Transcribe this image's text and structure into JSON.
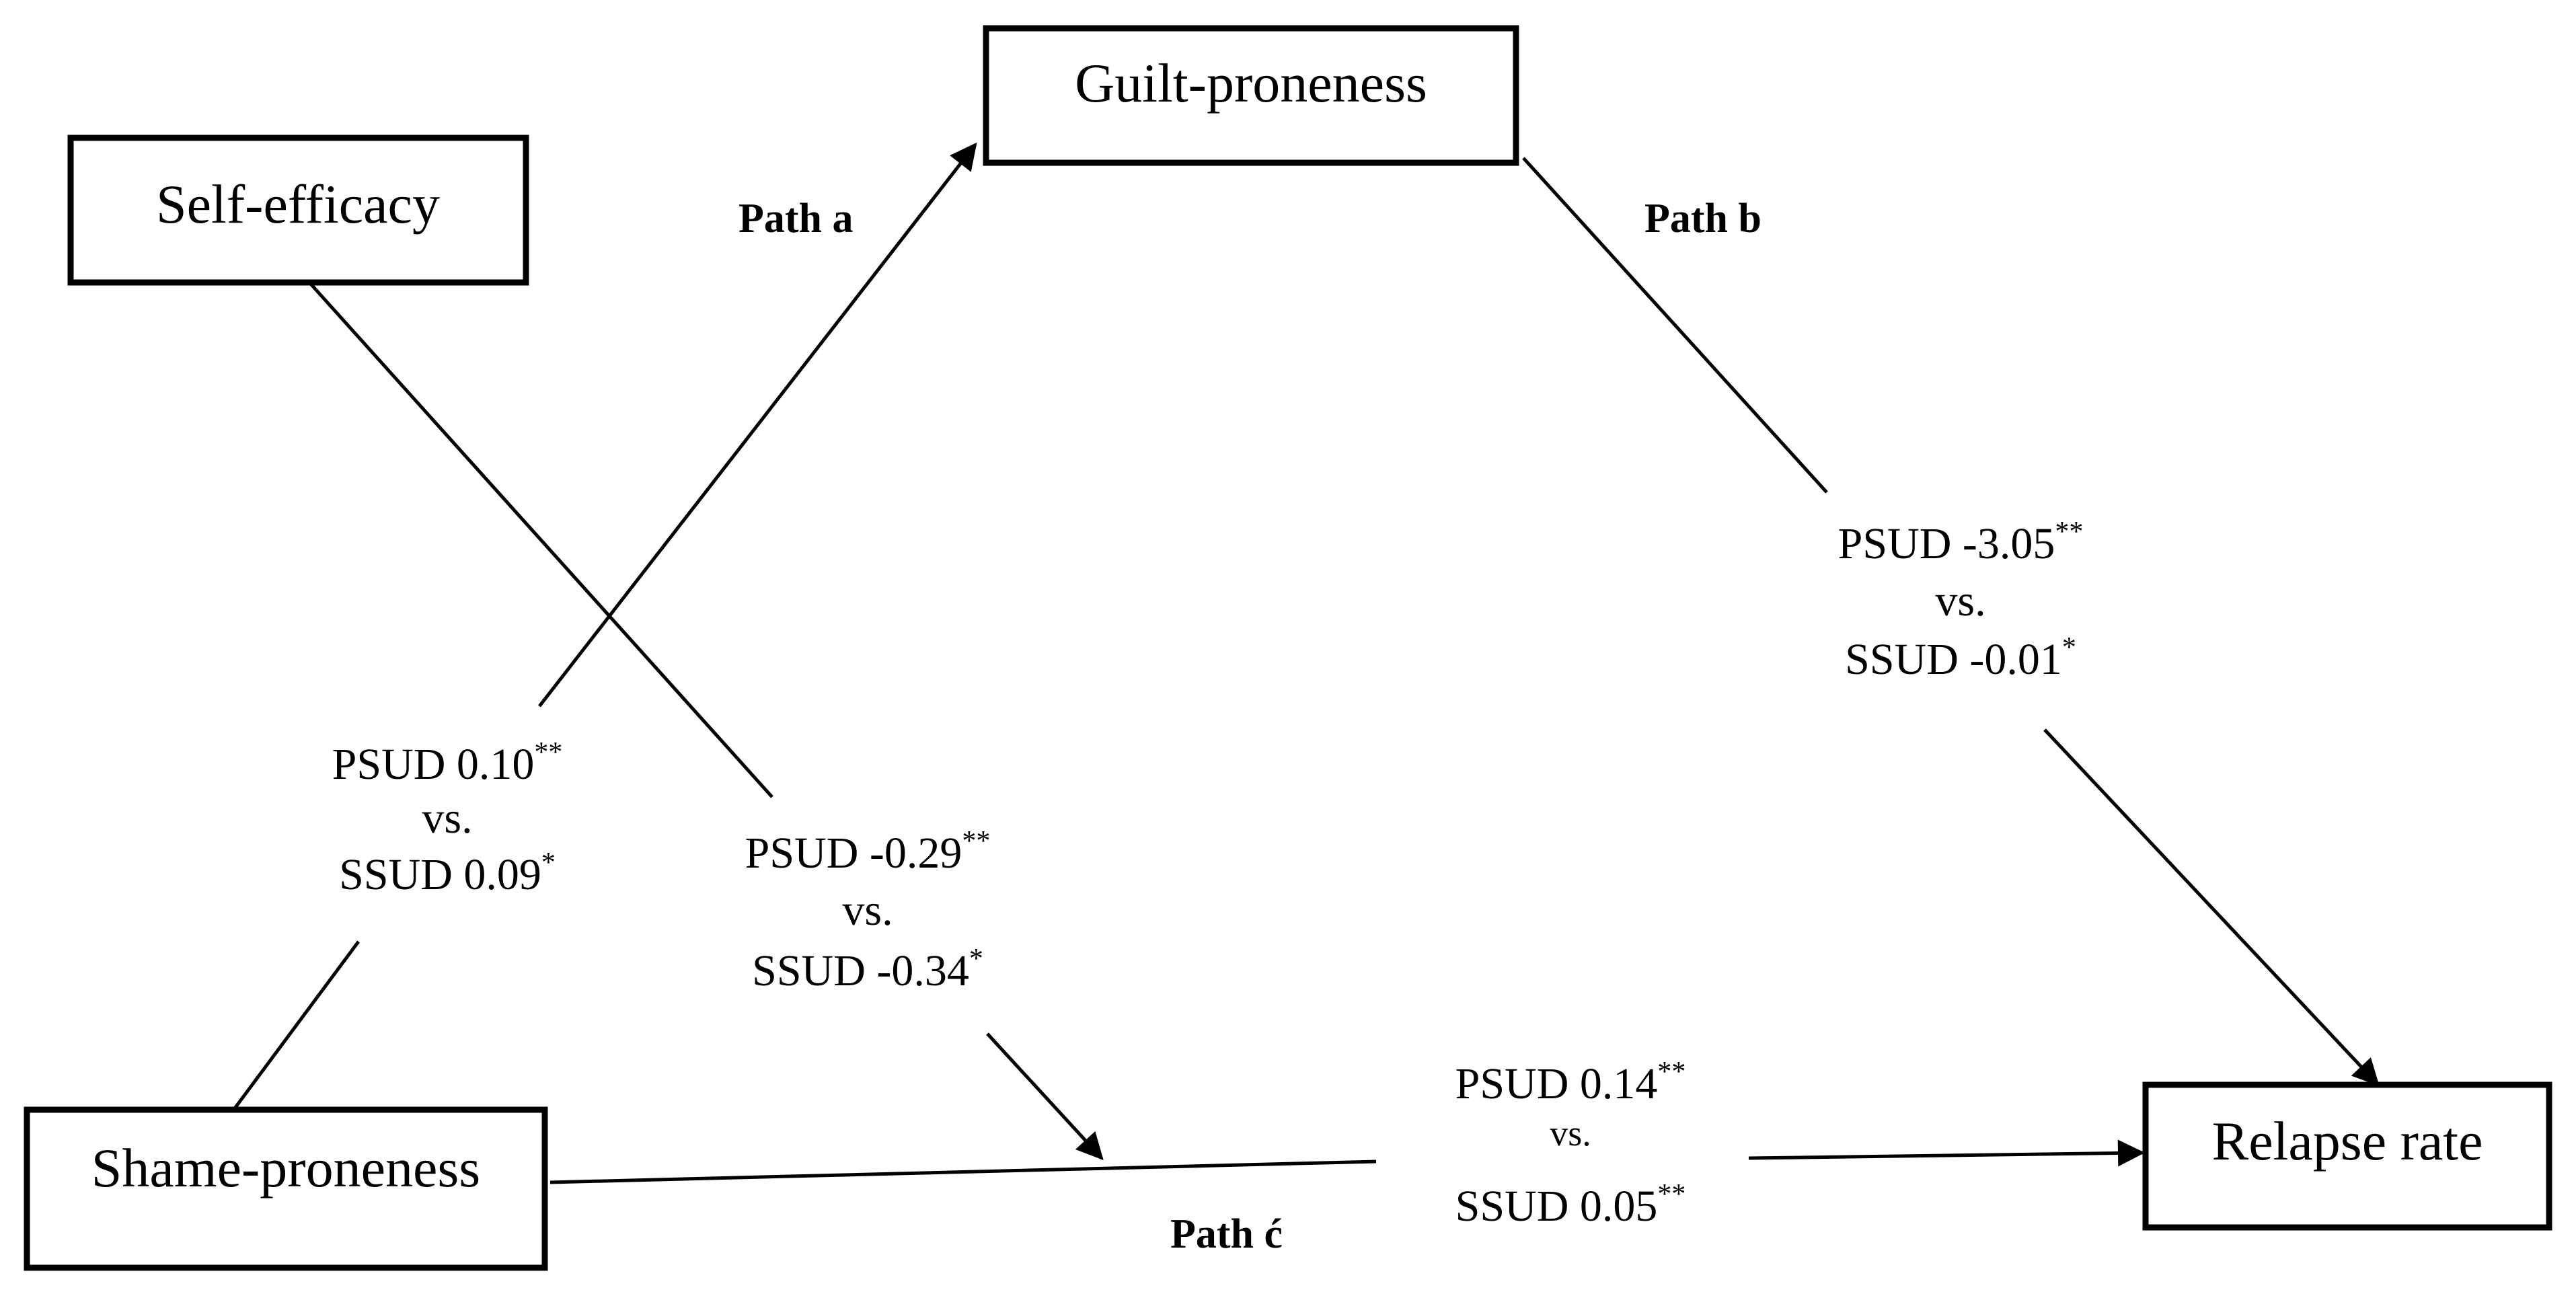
{
  "nodes": {
    "self_efficacy": "Self-efficacy",
    "guilt_proneness": "Guilt-proneness",
    "shame_proneness": "Shame-proneness",
    "relapse_rate": "Relapse rate"
  },
  "paths": {
    "a": "Path a",
    "b": "Path b",
    "c": "Path ć"
  },
  "coefficients": {
    "shame_to_guilt": {
      "line1": "PSUD 0.10",
      "line1_sig": "**",
      "vs": "vs.",
      "line2": "SSUD 0.09",
      "line2_sig": "*"
    },
    "self_efficacy_path": {
      "line1": "PSUD -0.29",
      "line1_sig": "**",
      "vs": "vs.",
      "line2": "SSUD -0.34",
      "line2_sig": "*"
    },
    "guilt_to_relapse": {
      "line1": "PSUD -3.05",
      "line1_sig": "**",
      "vs": "vs.",
      "line2": "SSUD -0.01",
      "line2_sig": "*"
    },
    "shame_to_relapse": {
      "line1": "PSUD 0.14",
      "line1_sig": "**",
      "vs": "vs.",
      "line2": "SSUD 0.05",
      "line2_sig": "**"
    }
  }
}
